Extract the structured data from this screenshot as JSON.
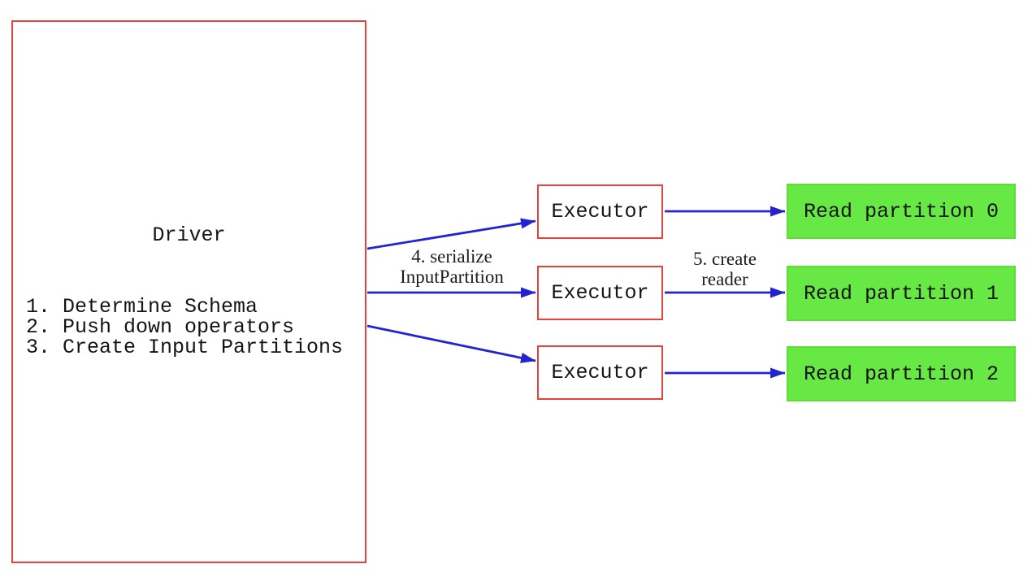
{
  "colors": {
    "red_border": "#e6413c",
    "arrow_blue": "#2323d2",
    "green_fill": "#68e845",
    "green_border": "#5ddd38",
    "text": "#141414"
  },
  "driver": {
    "title": "Driver",
    "steps": [
      "1. Determine Schema",
      "2. Push down operators",
      "3. Create Input Partitions"
    ]
  },
  "executors": {
    "labels": [
      "Executor",
      "Executor",
      "Executor"
    ]
  },
  "partitions": {
    "labels": [
      "Read partition 0",
      "Read partition 1",
      "Read partition 2"
    ]
  },
  "edge_labels": {
    "serialize_line1": "4. serialize",
    "serialize_line2": "InputPartition",
    "reader_line1": "5. create",
    "reader_line2": "reader"
  }
}
